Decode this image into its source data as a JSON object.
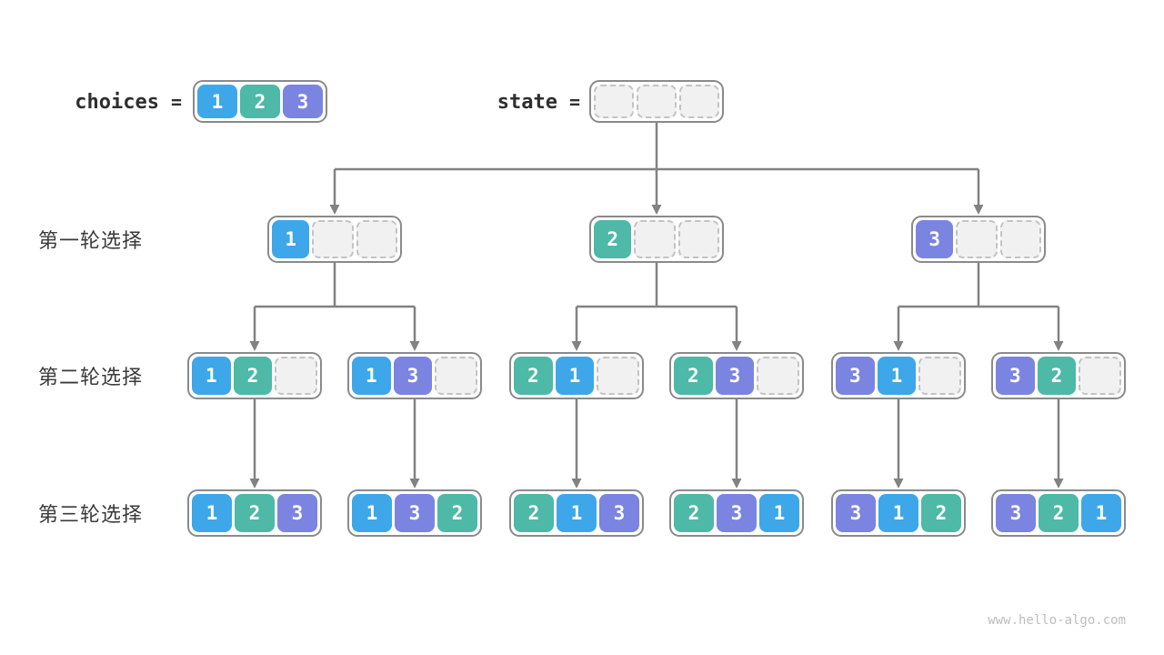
{
  "colors": {
    "box1": "#3ea7e9",
    "box2": "#4db9a6",
    "box3": "#7b84e0",
    "empty_fill": "#f1f1f2",
    "empty_border": "#c3c3c6",
    "container_border": "#8a8a8a",
    "arrow": "#828282",
    "label_text": "#2e2e2e",
    "row_label_text": "#3a3a3a",
    "watermark_text": "#bdbdbd"
  },
  "header": {
    "choices_label": "choices",
    "equals": "=",
    "choices_cells": [
      "1",
      "2",
      "3"
    ],
    "state_label": "state",
    "state_cells": [
      null,
      null,
      null
    ]
  },
  "rows": [
    {
      "label": "第一轮选择",
      "nodes": [
        [
          "1",
          null,
          null
        ],
        [
          "2",
          null,
          null
        ],
        [
          "3",
          null,
          null
        ]
      ]
    },
    {
      "label": "第二轮选择",
      "nodes": [
        [
          "1",
          "2",
          null
        ],
        [
          "1",
          "3",
          null
        ],
        [
          "2",
          "1",
          null
        ],
        [
          "2",
          "3",
          null
        ],
        [
          "3",
          "1",
          null
        ],
        [
          "3",
          "2",
          null
        ]
      ]
    },
    {
      "label": "第三轮选择",
      "nodes": [
        [
          "1",
          "2",
          "3"
        ],
        [
          "1",
          "3",
          "2"
        ],
        [
          "2",
          "1",
          "3"
        ],
        [
          "2",
          "3",
          "1"
        ],
        [
          "3",
          "1",
          "2"
        ],
        [
          "3",
          "2",
          "1"
        ]
      ]
    }
  ],
  "footer": {
    "watermark": "www.hello-algo.com"
  }
}
